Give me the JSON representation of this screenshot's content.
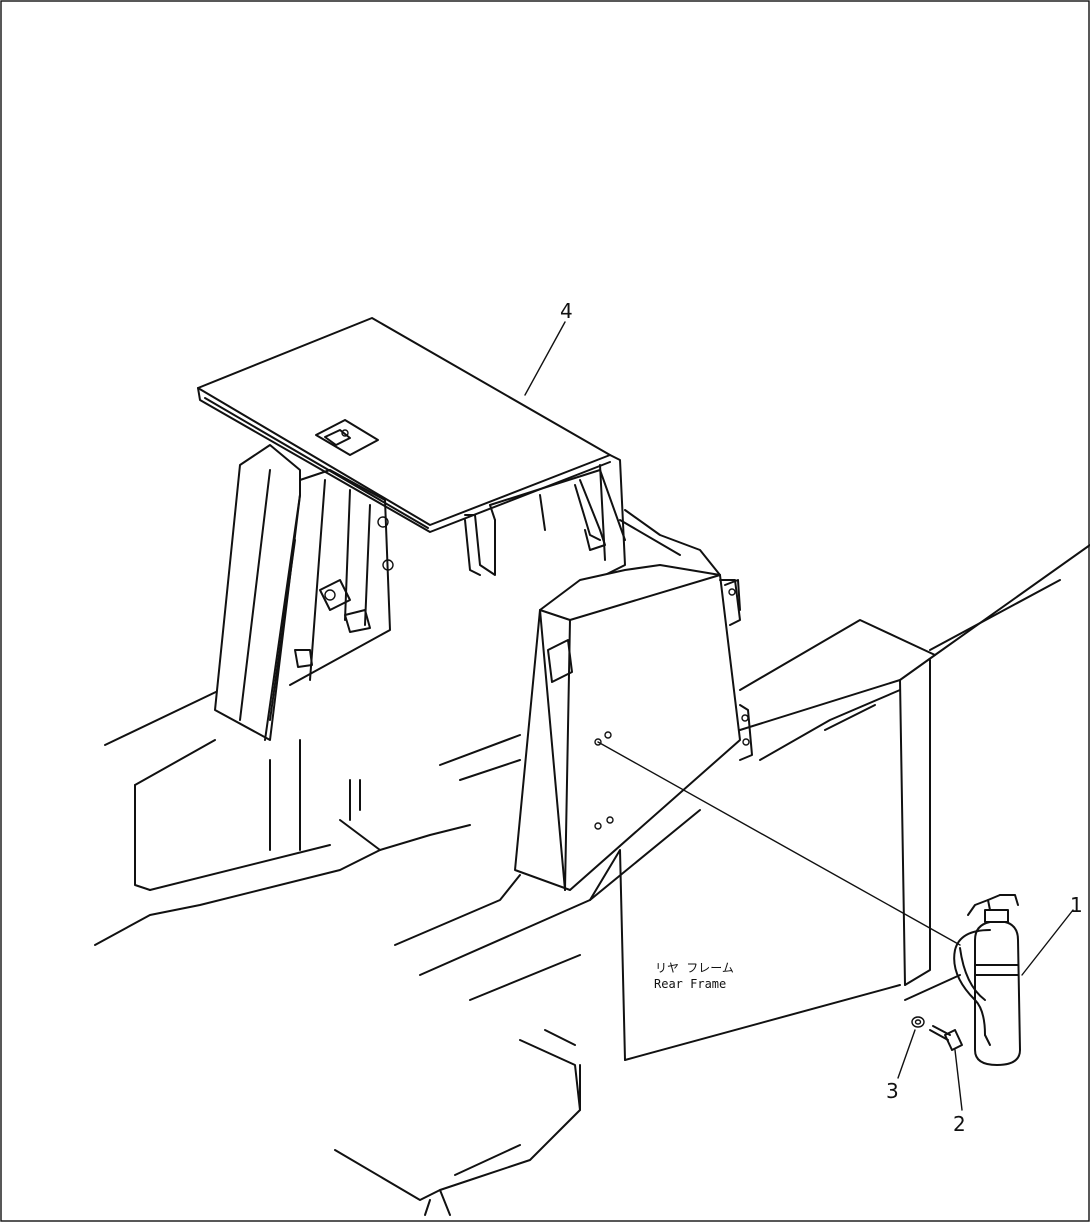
{
  "diagram": {
    "callouts": [
      {
        "id": "1",
        "text": "1"
      },
      {
        "id": "2",
        "text": "2"
      },
      {
        "id": "3",
        "text": "3"
      },
      {
        "id": "4",
        "text": "4"
      }
    ],
    "frame_label": {
      "line1": "リヤ フレーム",
      "line2": "Rear Frame"
    }
  }
}
